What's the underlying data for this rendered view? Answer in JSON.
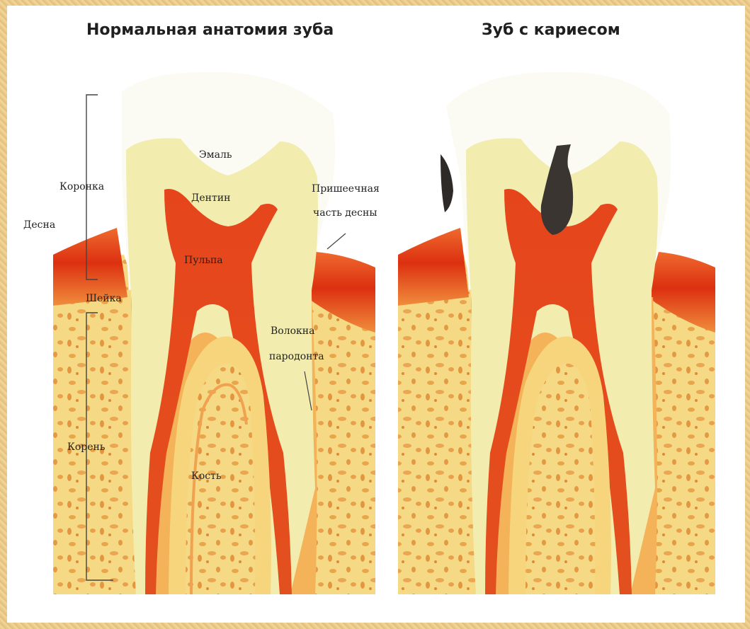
{
  "titles": {
    "left": "Нормальная анатомия зуба",
    "right": "Зуб с кариесом"
  },
  "labels": {
    "enamel": "Эмаль",
    "dentin": "Дентин",
    "crown": "Коронка",
    "gum": "Десна",
    "gingival_margin_1": "Пришеечная",
    "gingival_margin_2": "часть десны",
    "pulp": "Пульпа",
    "neck": "Шейка",
    "ligament_1": "Волокна",
    "ligament_2": "пародонта",
    "root": "Корень",
    "bone": "Кость"
  },
  "colors": {
    "enamel": "#fbfbf4",
    "dentin": "#f2ecae",
    "pulp": "#e8471c",
    "gum": "#e03a12",
    "bone": "#f4d07a",
    "caries": "#3a3531",
    "background": "#ecc98a"
  }
}
